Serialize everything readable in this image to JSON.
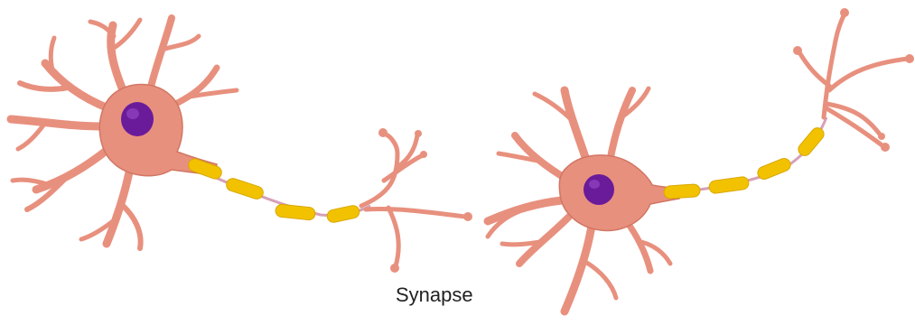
{
  "labels": {
    "synapse": "Synapse"
  },
  "colors": {
    "cell_body": "#e8907e",
    "cell_outline": "#d27563",
    "nucleus": "#6a1b9a",
    "nucleus_highlight": "#9b4dca",
    "myelin": "#f2c200",
    "myelin_edge": "#d9a800",
    "node_of_ranvier": "#d6a0b8",
    "label_text": "#222222"
  },
  "neurons": [
    {
      "name": "left-neuron",
      "components": [
        "dendrites",
        "cell-body",
        "nucleus",
        "axon",
        "myelin-sheath",
        "axon-terminals"
      ]
    },
    {
      "name": "right-neuron",
      "components": [
        "dendrites",
        "cell-body",
        "nucleus",
        "axon",
        "myelin-sheath",
        "axon-terminals"
      ]
    }
  ]
}
